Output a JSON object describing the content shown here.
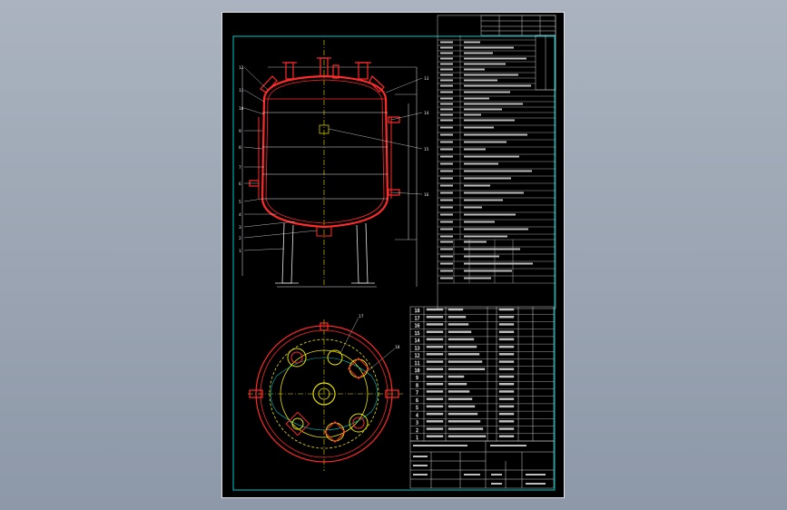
{
  "drawing": {
    "title_block": {
      "title": "",
      "sheet_label": ""
    },
    "colors": {
      "sheet_bg": "#000000",
      "border": "#00c8c8",
      "vessel": "#ff2a2a",
      "lines": "#e8e8e8",
      "table": "#cfcfcf",
      "accent_yellow": "#e8e000",
      "accent_green": "#00ff00"
    },
    "callouts": {
      "left_side": [
        "12",
        "11",
        "10",
        "9",
        "8",
        "7",
        "6",
        "5",
        "4",
        "3",
        "2",
        "1"
      ],
      "right_side": [
        "13",
        "14",
        "15",
        "16"
      ],
      "top_view": [
        "17",
        "18"
      ]
    },
    "parts_list_rows": [
      "18",
      "17",
      "16",
      "15",
      "14",
      "13",
      "12",
      "11",
      "10",
      "9",
      "8",
      "7",
      "6",
      "5",
      "4",
      "3",
      "2",
      "1"
    ]
  }
}
